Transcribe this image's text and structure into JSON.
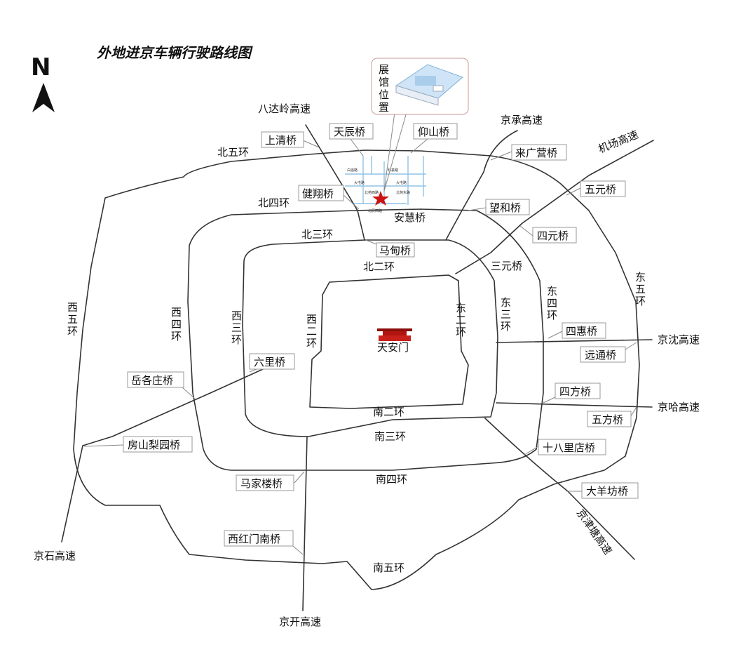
{
  "title": "外地进京车辆行驶路线图",
  "north_letter": "N",
  "center_label": "天安门",
  "exhibition": {
    "label": [
      "展",
      "馆",
      "位",
      "置"
    ]
  },
  "rings": {
    "ring2_north": "北二环",
    "ring2_south": "南二环",
    "ring2_west": [
      "西",
      "二",
      "环"
    ],
    "ring2_east": [
      "东",
      "二",
      "环"
    ],
    "ring3_north": "北三环",
    "ring3_south": "南三环",
    "ring3_west": [
      "西",
      "三",
      "环"
    ],
    "ring3_east": [
      "东",
      "三",
      "环"
    ],
    "ring4_north": "北四环",
    "ring4_south": "南四环",
    "ring4_west": [
      "西",
      "四",
      "环"
    ],
    "ring4_east": [
      "东",
      "四",
      "环"
    ],
    "ring5_north": "北五环",
    "ring5_south": "南五环",
    "ring5_west": [
      "西",
      "五",
      "环"
    ],
    "ring5_east": [
      "东",
      "五",
      "环"
    ]
  },
  "expressways": {
    "badaling": "八达岭高速",
    "jingcheng": "京承高速",
    "airport": "机场高速",
    "jingshen": "京沈高速",
    "jingha": "京哈高速",
    "jingjintang": "京津塘高速",
    "jingkai": "京开高速",
    "jingshi": "京石高速"
  },
  "bridges": {
    "shangqing": "上清桥",
    "tianchen": "天辰桥",
    "yangshan": "仰山桥",
    "laiguangying": "来广营桥",
    "wuyuan": "五元桥",
    "jianxiang": "健翔桥",
    "anhui": "安慧桥",
    "wanghe": "望和桥",
    "siyuan": "四元桥",
    "madian": "马甸桥",
    "sanyuan": "三元桥",
    "sihui": "四惠桥",
    "yuantong": "远通桥",
    "liuli": "六里桥",
    "yuegezhuang": "岳各庄桥",
    "sifang": "四方桥",
    "wufang": "五方桥",
    "fangshan_liyuan": "房山梨园桥",
    "shibalidian": "十八里店桥",
    "majialou": "马家楼桥",
    "dayangfang": "大羊坊桥",
    "xihongmen_nan": "西红门南桥"
  },
  "local_streets": [
    "白庙路",
    "科荟路",
    "大屯路",
    "大屯路",
    "北苑西路",
    "北苑东路",
    "北辰西路"
  ]
}
